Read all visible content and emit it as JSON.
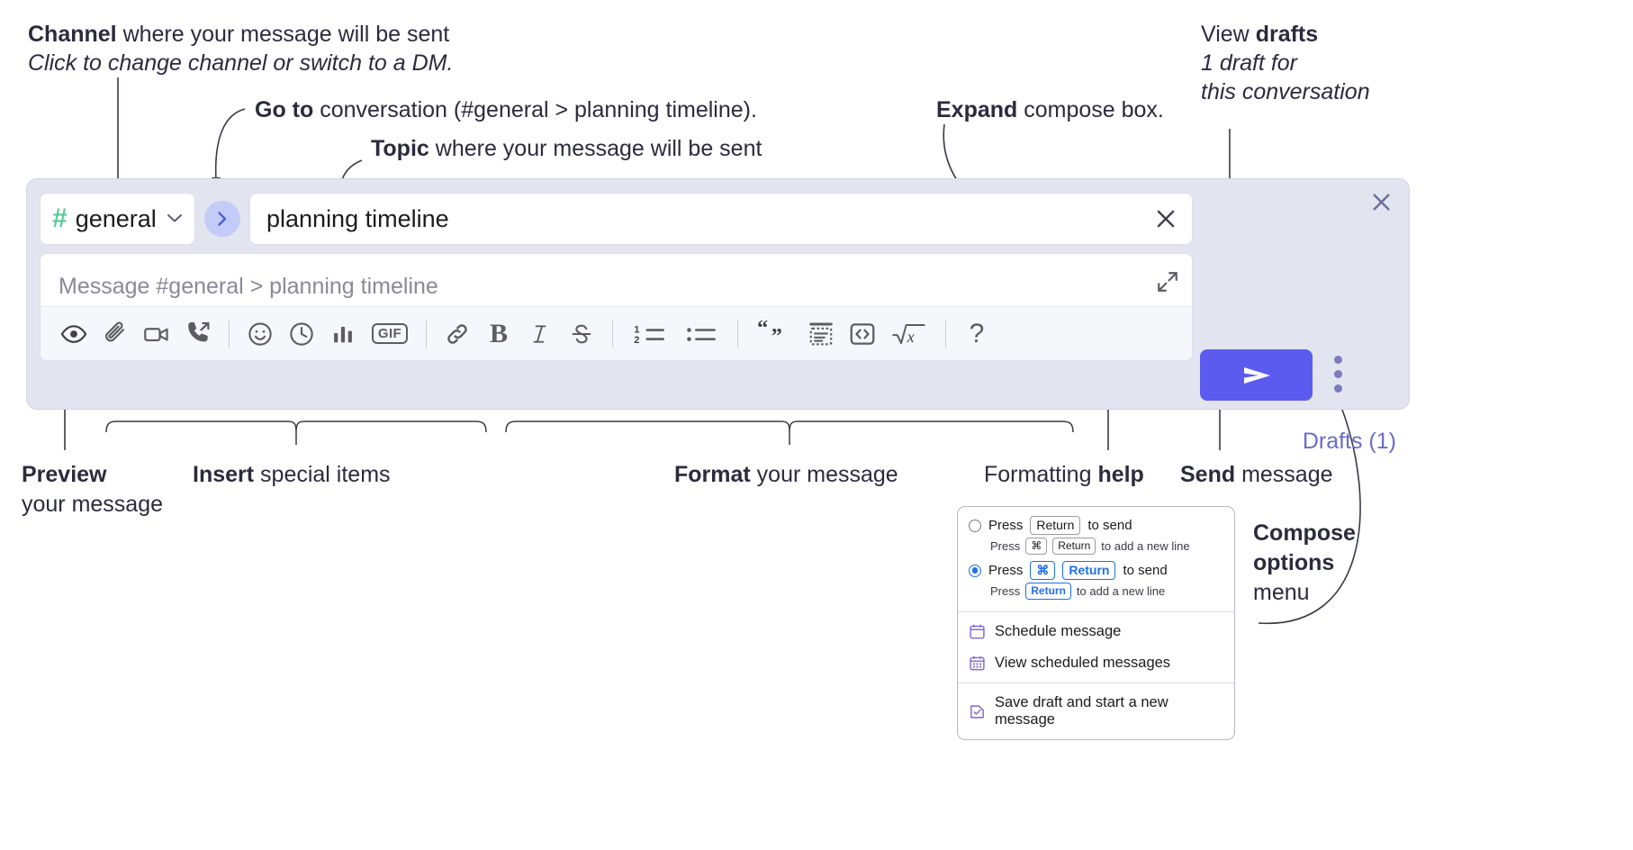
{
  "annotations": {
    "channel": {
      "bold": "Channel",
      "rest": " where your message will be sent",
      "sub": "Click to change channel or switch to a DM."
    },
    "goto": {
      "bold": "Go to",
      "rest": " conversation (#general > planning timeline)."
    },
    "topic": {
      "bold": "Topic",
      "rest": " where your message will be sent"
    },
    "expand": {
      "bold": "Expand",
      "rest": " compose box."
    },
    "drafts": {
      "bold_prefix": "View ",
      "bold": "drafts",
      "sub_line1": "1 draft for",
      "sub_line2": "this conversation"
    },
    "preview": {
      "bold": "Preview",
      "line2": "your message"
    },
    "insert": {
      "bold": "Insert",
      "rest": " special items"
    },
    "format": {
      "bold": "Format",
      "rest": " your message"
    },
    "help": {
      "rest": "Formatting ",
      "bold": "help"
    },
    "send": {
      "bold": "Send",
      "rest": " message"
    },
    "compose_options": {
      "line1": "Compose",
      "line2": "options",
      "line3": "menu"
    }
  },
  "compose": {
    "channel": {
      "hash": "#",
      "name": "general",
      "chevron": "chevron-down"
    },
    "goto_button_label": "go-to-conversation",
    "topic": {
      "value": "planning timeline",
      "clear_label": "clear-topic"
    },
    "message": {
      "placeholder": "Message #general > planning timeline",
      "value": ""
    },
    "expand_label": "expand-compose-box",
    "close_label": "close-compose",
    "drafts_link": "Drafts (1)",
    "send_label": "send-message",
    "options_label": "compose-options",
    "toolbar": [
      {
        "name": "preview-icon",
        "kind": "eye",
        "label": "Preview"
      },
      {
        "name": "attachment-icon",
        "kind": "paperclip",
        "label": "Attach file"
      },
      {
        "name": "video-icon",
        "kind": "video",
        "label": "Video clip"
      },
      {
        "name": "audio-call-icon",
        "kind": "phone",
        "label": "Audio clip"
      },
      {
        "name": "separator",
        "kind": "sep",
        "label": ""
      },
      {
        "name": "emoji-icon",
        "kind": "smiley",
        "label": "Emoji"
      },
      {
        "name": "schedule-icon",
        "kind": "clock",
        "label": "Schedule"
      },
      {
        "name": "poll-icon",
        "kind": "bars",
        "label": "Poll"
      },
      {
        "name": "gif-icon",
        "kind": "gif",
        "label": "GIF"
      },
      {
        "name": "separator",
        "kind": "sep",
        "label": ""
      },
      {
        "name": "link-icon",
        "kind": "link",
        "label": "Link"
      },
      {
        "name": "bold-icon",
        "kind": "bold",
        "label": "B"
      },
      {
        "name": "italic-icon",
        "kind": "italic",
        "label": "I"
      },
      {
        "name": "strikethrough-icon",
        "kind": "strike",
        "label": "Strikethrough"
      },
      {
        "name": "separator",
        "kind": "sep",
        "label": ""
      },
      {
        "name": "ordered-list-icon",
        "kind": "ol",
        "label": "Ordered list"
      },
      {
        "name": "bulleted-list-icon",
        "kind": "ul",
        "label": "Bulleted list"
      },
      {
        "name": "separator",
        "kind": "sep",
        "label": ""
      },
      {
        "name": "blockquote-icon",
        "kind": "quote",
        "label": "Blockquote"
      },
      {
        "name": "code-block-icon",
        "kind": "codeblock",
        "label": "Code block"
      },
      {
        "name": "inline-code-icon",
        "kind": "code",
        "label": "Code"
      },
      {
        "name": "math-icon",
        "kind": "math",
        "label": "Math"
      },
      {
        "name": "separator",
        "kind": "sep",
        "label": ""
      },
      {
        "name": "formatting-help-icon",
        "kind": "question",
        "label": "?"
      }
    ]
  },
  "menu": {
    "options": [
      {
        "selected": false,
        "main_pre": "Press",
        "main_key": "Return",
        "main_post": "to send",
        "sub_pre": "Press",
        "sub_key1": "⌘",
        "sub_key2": "Return",
        "sub_post": "to add a new line"
      },
      {
        "selected": true,
        "main_pre": "Press",
        "main_key1": "⌘",
        "main_key2": "Return",
        "main_post": "to send",
        "sub_pre": "Press",
        "sub_key": "Return",
        "sub_post": "to add a new line"
      }
    ],
    "items": [
      {
        "icon": "calendar-icon",
        "label": "Schedule message"
      },
      {
        "icon": "calendar-grid-icon",
        "label": "View scheduled messages"
      },
      {
        "icon": "draft-save-icon",
        "label": "Save draft and start a new message"
      }
    ]
  },
  "colors": {
    "panel_bg": "#e2e4f0",
    "accent_purple": "#5b5bf0",
    "drafts_text": "#6b6ccf",
    "hash_green": "#5ec99a",
    "goto_bg": "#c3ccf7",
    "radio_blue": "#1f6fe5",
    "menu_icon": "#7b68d9"
  }
}
